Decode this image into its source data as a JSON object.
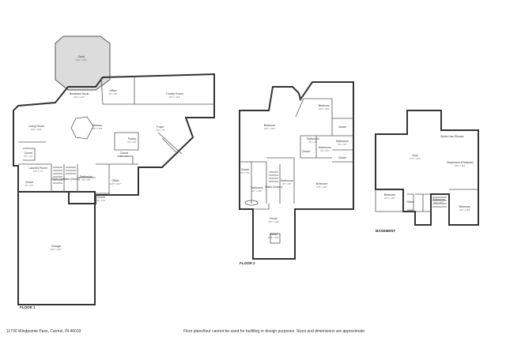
{
  "address": "11730 Windpointe Pass, Carmel, IN 46033",
  "disclaimer": "Floor plans/tour cannot be used for building or design purposes. Sizes and dimensions are approximate.",
  "floors": {
    "floor1": "FLOOR 1",
    "floor2": "FLOOR 2",
    "basement": "BASEMENT"
  },
  "rooms": {
    "deck": {
      "name": "Deck",
      "dim": "16'0\" x 16'0\""
    },
    "breakfast": {
      "name": "Breakfast Nook",
      "dim": "10'6\" x 11'0\""
    },
    "office1": {
      "name": "Office",
      "dim": "9'6\" x 9'6\""
    },
    "family": {
      "name": "Family Room",
      "dim": "18'3\" x 15'0\""
    },
    "living": {
      "name": "Living Room",
      "dim": "16'0\" x 14'6\""
    },
    "kitchen": {
      "name": "Kitchen",
      "dim": "15'6\" x 13'6\""
    },
    "foyer": {
      "name": "Foyer",
      "dim": "9'6\" x 7'0\""
    },
    "pantry": {
      "name": "Pantry",
      "dim": "5'0\" x 4'0\""
    },
    "closet1": {
      "name": "Closet",
      "dim": "5'0\" x 2'6\""
    },
    "laundry": {
      "name": "Laundry Room",
      "dim": "10'6\" x 7'0\""
    },
    "closet2": {
      "name": "Closet",
      "dim": "3'0\" x 2'6\""
    },
    "stairs1": {
      "name": "Stairs (Up)"
    },
    "stairs2": {
      "name": "Stairs (Down)"
    },
    "bath1": {
      "name": "Bathroom",
      "dim": "7'6\" x 5'6\""
    },
    "office2": {
      "name": "Office",
      "dim": "12'0\" x 11'0\""
    },
    "closet3": {
      "name": "Closet",
      "dim": "4'0\" x 3'0\""
    },
    "closet4": {
      "name": "Closet",
      "dim": "4'0\" x 3'0\""
    },
    "garage": {
      "name": "Garage",
      "dim": "22'0\" x 23'0\""
    },
    "bedroom2a": {
      "name": "Bedroom",
      "dim": "12'6\" x 13'0\""
    },
    "bedroom2b": {
      "name": "Bedroom",
      "dim": "16'6\" x 18'3\""
    },
    "closet2a": {
      "name": "Closet",
      "dim": "5'0\" x 5'6\""
    },
    "bath2a": {
      "name": "Bathroom",
      "dim": "6'0\" x 10'0\""
    },
    "bath2b": {
      "name": "Bathroom",
      "dim": "8'0\" x 4'6\""
    },
    "bath2c": {
      "name": "Bathroom",
      "dim": "8'0\" x 5'6\""
    },
    "bath2d": {
      "name": "Bathroom",
      "dim": "5'0\" x 9'0\""
    },
    "closet2b": {
      "name": "Closet"
    },
    "closet2c": {
      "name": "Closet"
    },
    "closet2d": {
      "name": "Closet"
    },
    "bedroom2c": {
      "name": "Bedroom",
      "dim": "15'6\" x 11'6\""
    },
    "bath2e": {
      "name": "Bathroom",
      "dim": "8'6\" x 5'0\""
    },
    "stairs2a": {
      "name": "Stairs (Down)"
    },
    "room2": {
      "name": "Room",
      "dim": "14'0\" x 13'6\""
    },
    "closet2e": {
      "name": "Closet",
      "dim": "13'0\" x 11'0\""
    },
    "gym": {
      "name": "Gym",
      "dim": "17'6\" x 11'6\""
    },
    "spots": {
      "name": "Spots Has Shower"
    },
    "basementf": {
      "name": "Basement (Finished)",
      "dim": "34'6\" x 19'0\""
    },
    "bedroomb1": {
      "name": "Bedroom",
      "dim": "12'0\" x 11'0\""
    },
    "bathb": {
      "name": "Bathroom",
      "dim": "8'6\" x 5'0\""
    },
    "stairsb": {
      "name": "Stairs"
    },
    "bedroomb2": {
      "name": "Bedroom",
      "dim": "13'6\" x 13'6\""
    }
  }
}
